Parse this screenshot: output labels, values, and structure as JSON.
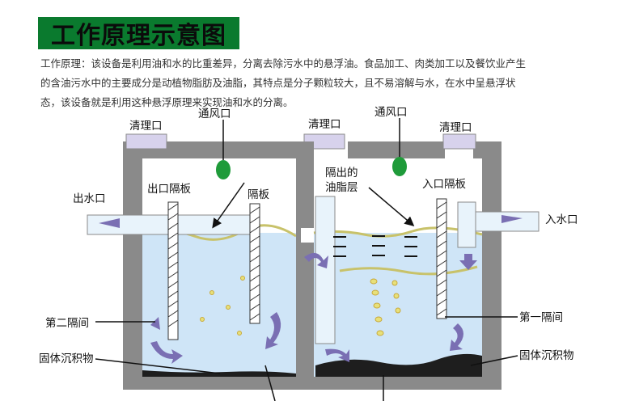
{
  "title": "工作原理示意图",
  "description": [
    "工作原理：该设备是利用油和水的比重差异，分离去除污水中的悬浮油。食品加工、肉类加工以及餐饮业产生",
    "的含油污水中的主要成分是动植物脂肪及油脂，其特点是分子颗粒较大，且不易溶解与水，在水中呈悬浮状",
    "态，该设备就是利用这种悬浮原理来实现油和水的分离。"
  ],
  "labels": {
    "cleanout_left": "清理口",
    "cleanout_mid": "清理口",
    "cleanout_right": "清理口",
    "vent_left": "通风口",
    "vent_right": "通风口",
    "outlet": "出水口",
    "inlet": "入水口",
    "outlet_baffle": "出口隔板",
    "baffle": "隔板",
    "oil_layer_line1": "隔出的",
    "oil_layer_line2": "油脂层",
    "inlet_baffle": "入口隔板",
    "second_chamber": "第二隔间",
    "first_chamber": "第一隔间",
    "sediment_left": "固体沉积物",
    "sediment_right": "固体沉积物"
  },
  "colors": {
    "title_bg": "#0a7a2e",
    "tank_wall": "#8a8a8a",
    "water": "#cfe5f7",
    "oil_line": "#c8c26a",
    "vent": "#1f9b3a",
    "arrow": "#7a6fb3",
    "sediment": "#1e1e1e",
    "bubble": "#d9c23a"
  }
}
